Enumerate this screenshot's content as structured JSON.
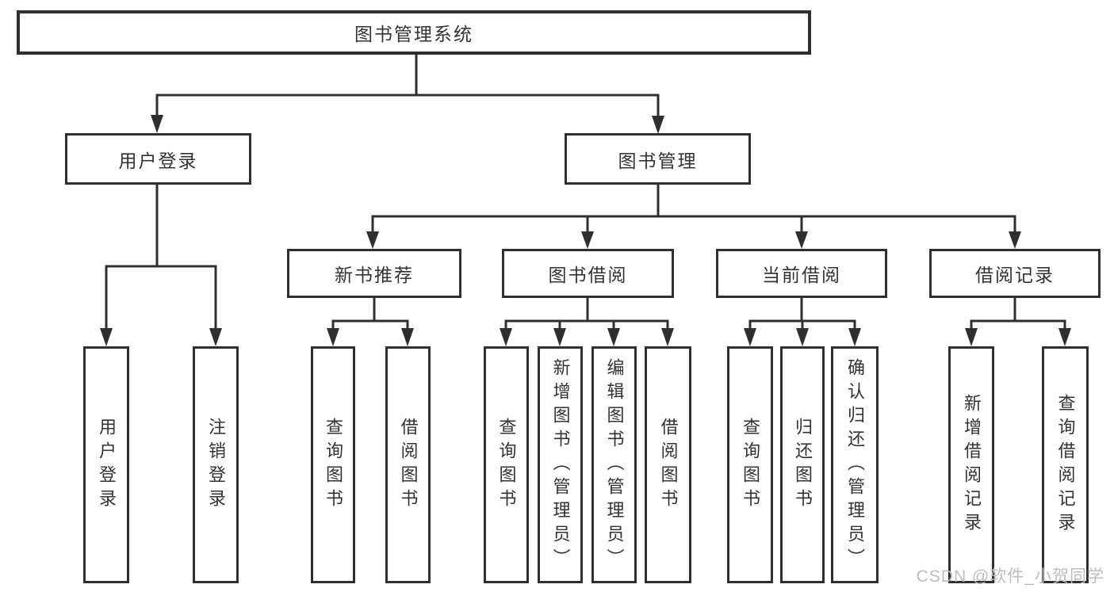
{
  "colors": {
    "line": "#2f2f2f",
    "box_border": "#2f2f2f",
    "box_background": "#ffffff",
    "text": "#333333",
    "watermark": "#bdbdbd"
  },
  "watermark": {
    "text": "CSDN @软件_小贺同学"
  },
  "tree": {
    "label": "图书管理系统",
    "children": [
      {
        "label": "用户登录",
        "children": [
          {
            "label": "用户登录"
          },
          {
            "label": "注销登录"
          }
        ]
      },
      {
        "label": "图书管理",
        "children": [
          {
            "label": "新书推荐",
            "children": [
              {
                "label": "查询图书"
              },
              {
                "label": "借阅图书"
              }
            ]
          },
          {
            "label": "图书借阅",
            "children": [
              {
                "label": "查询图书"
              },
              {
                "label": "新增图书（管理员）"
              },
              {
                "label": "编辑图书（管理员）"
              },
              {
                "label": "借阅图书"
              }
            ]
          },
          {
            "label": "当前借阅",
            "children": [
              {
                "label": "查询图书"
              },
              {
                "label": "归还图书"
              },
              {
                "label": "确认归还（管理员）"
              }
            ]
          },
          {
            "label": "借阅记录",
            "children": [
              {
                "label": "新增借阅记录"
              },
              {
                "label": "查询借阅记录"
              }
            ]
          }
        ]
      }
    ]
  }
}
